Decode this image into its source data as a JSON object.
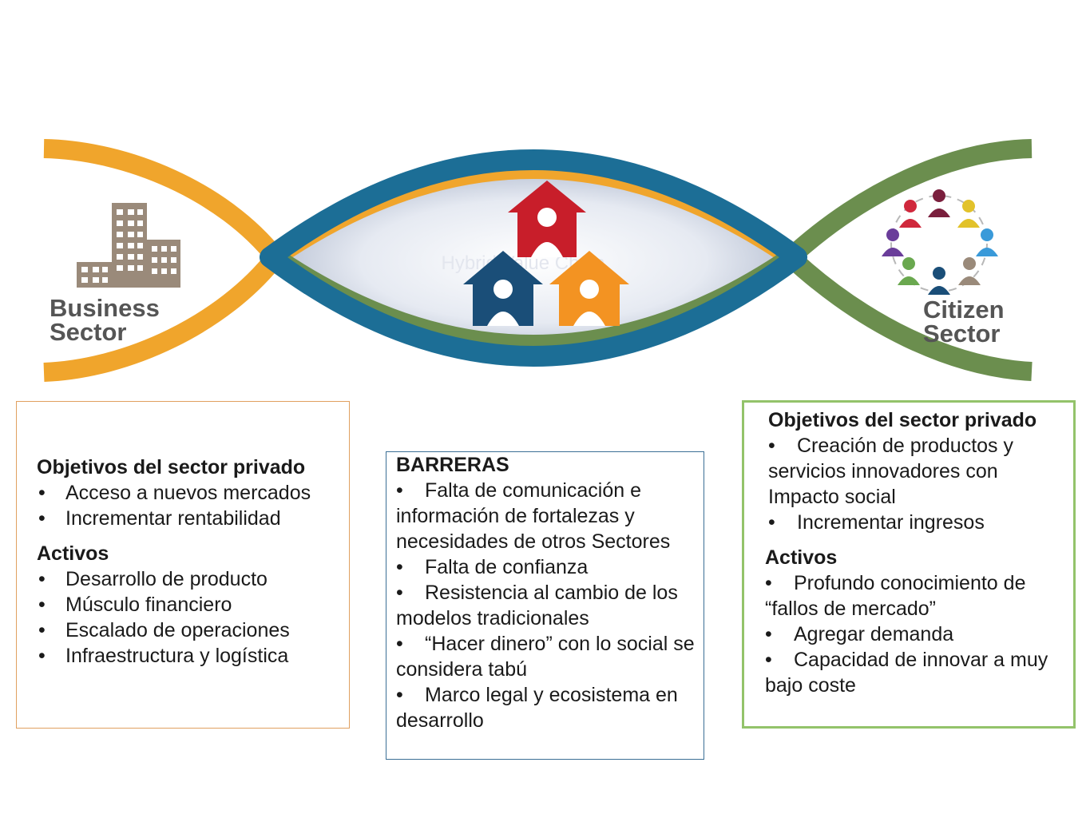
{
  "labels": {
    "business_line1": "Business",
    "business_line2": "Sector",
    "citizen_line1": "Citizen",
    "citizen_line2": "Sector",
    "center_faint": "Hybrid Value Chain"
  },
  "colors": {
    "orange_strand": "#f0a52c",
    "green_strand": "#6b8e4e",
    "blue_ring": "#1c6e96",
    "building": "#9a8a7a",
    "house_red": "#c81e2a",
    "house_blue": "#1a4e78",
    "house_orange": "#f39322"
  },
  "left_box": {
    "title1": "Objetivos del sector privado",
    "items1": [
      "Acceso a nuevos mercados",
      "Incrementar rentabilidad"
    ],
    "title2": "Activos",
    "items2": [
      "Desarrollo de producto",
      "Músculo financiero",
      "Escalado de operaciones",
      "Infraestructura y logística"
    ]
  },
  "mid_box": {
    "title": "BARRERAS",
    "bullet": "•",
    "items": [
      "Falta de comunicación e información de fortalezas y necesidades de otros Sectores",
      "Falta de confianza",
      "Resistencia al cambio de los modelos tradicionales",
      "“Hacer dinero” con lo social se considera tabú",
      "Marco legal y ecosistema en desarrollo"
    ]
  },
  "right_box": {
    "title1": "Objetivos del sector privado",
    "bullet": "•",
    "items1": [
      "Creación de productos y servicios innovadores con Impacto social",
      "Incrementar ingresos"
    ],
    "title2": "Activos",
    "items2": [
      "Profundo conocimiento de “fallos de mercado”",
      "Agregar demanda",
      "Capacidad de innovar a muy bajo coste"
    ]
  }
}
